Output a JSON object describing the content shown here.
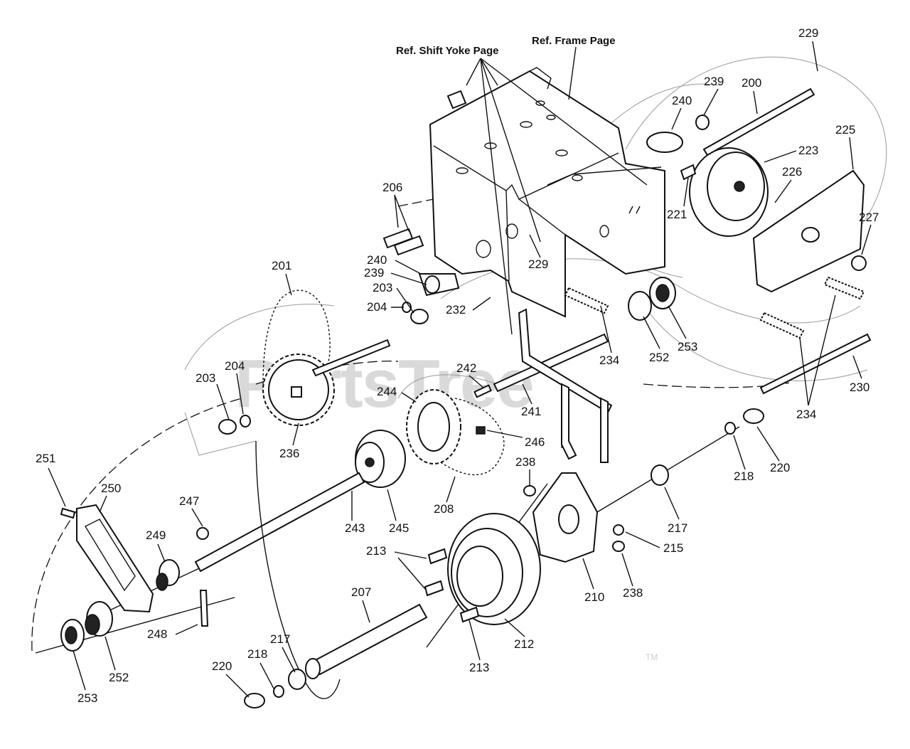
{
  "watermark": {
    "text": "PartsTree",
    "trademark": "TM"
  },
  "references": [
    {
      "id": "ref_shift_yoke",
      "text": "Ref. Shift Yoke Page"
    },
    {
      "id": "ref_frame",
      "text": "Ref. Frame Page"
    }
  ],
  "callouts": [
    {
      "id": "c229a",
      "text": "229"
    },
    {
      "id": "c239a",
      "text": "239"
    },
    {
      "id": "c200",
      "text": "200"
    },
    {
      "id": "c240a",
      "text": "240"
    },
    {
      "id": "c225",
      "text": "225"
    },
    {
      "id": "c223",
      "text": "223"
    },
    {
      "id": "c226",
      "text": "226"
    },
    {
      "id": "c206",
      "text": "206"
    },
    {
      "id": "c221",
      "text": "221"
    },
    {
      "id": "c227",
      "text": "227"
    },
    {
      "id": "c201",
      "text": "201"
    },
    {
      "id": "c240b",
      "text": "240"
    },
    {
      "id": "c239b",
      "text": "239"
    },
    {
      "id": "c229b",
      "text": "229"
    },
    {
      "id": "c203a",
      "text": "203"
    },
    {
      "id": "c204a",
      "text": "204"
    },
    {
      "id": "c232",
      "text": "232"
    },
    {
      "id": "c234a",
      "text": "234"
    },
    {
      "id": "c252a",
      "text": "252"
    },
    {
      "id": "c253a",
      "text": "253"
    },
    {
      "id": "c203b",
      "text": "203"
    },
    {
      "id": "c204b",
      "text": "204"
    },
    {
      "id": "c242",
      "text": "242"
    },
    {
      "id": "c230",
      "text": "230"
    },
    {
      "id": "c244",
      "text": "244"
    },
    {
      "id": "c241",
      "text": "241"
    },
    {
      "id": "c234b",
      "text": "234"
    },
    {
      "id": "c236",
      "text": "236"
    },
    {
      "id": "c246",
      "text": "246"
    },
    {
      "id": "c251",
      "text": "251"
    },
    {
      "id": "c238a",
      "text": "238"
    },
    {
      "id": "c218a",
      "text": "218"
    },
    {
      "id": "c220a",
      "text": "220"
    },
    {
      "id": "c250",
      "text": "250"
    },
    {
      "id": "c247",
      "text": "247"
    },
    {
      "id": "c243",
      "text": "243"
    },
    {
      "id": "c245",
      "text": "245"
    },
    {
      "id": "c208",
      "text": "208"
    },
    {
      "id": "c217a",
      "text": "217"
    },
    {
      "id": "c249",
      "text": "249"
    },
    {
      "id": "c213a",
      "text": "213"
    },
    {
      "id": "c215",
      "text": "215"
    },
    {
      "id": "c207",
      "text": "207"
    },
    {
      "id": "c210",
      "text": "210"
    },
    {
      "id": "c238b",
      "text": "238"
    },
    {
      "id": "c248",
      "text": "248"
    },
    {
      "id": "c217b",
      "text": "217"
    },
    {
      "id": "c212",
      "text": "212"
    },
    {
      "id": "c220b",
      "text": "220"
    },
    {
      "id": "c218b",
      "text": "218"
    },
    {
      "id": "c213b",
      "text": "213"
    },
    {
      "id": "c252b",
      "text": "252"
    },
    {
      "id": "c253b",
      "text": "253"
    }
  ]
}
